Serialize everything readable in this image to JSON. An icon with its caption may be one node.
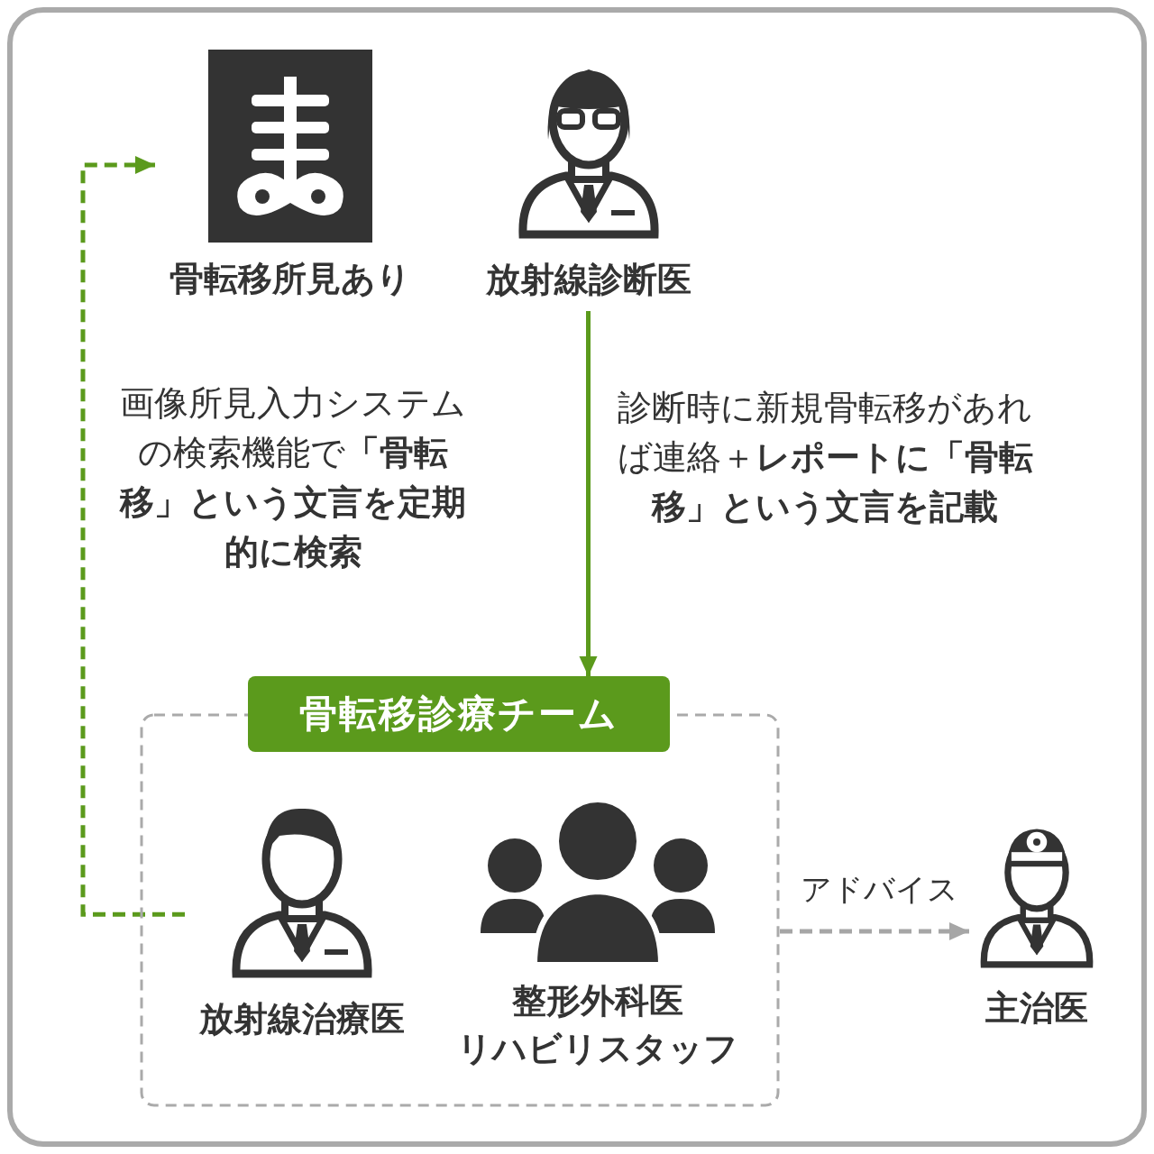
{
  "diagram": {
    "nodes": [
      {
        "text": [
          "骨転移所見あり"
        ]
      },
      {
        "text": [
          "放射線診断医"
        ]
      },
      {
        "text": [
          "骨転移診療チーム"
        ]
      },
      {
        "text": [
          "放射線治療医"
        ],
        "in": 2
      },
      {
        "text": [
          "整形外科医",
          "リハビリスタッフ"
        ],
        "in": 2
      },
      {
        "text": [
          "主治医"
        ]
      }
    ],
    "edges": [
      {
        "from": 1,
        "to": 2,
        "arrow": "to",
        "label": "診断時に新規骨転移があれば連絡＋**レポートに「骨転移」という文言を記載**"
      },
      {
        "from": 3,
        "to": 0,
        "arrow": "to",
        "style": "dashed",
        "label": "画像所見入力システムの検索機能で**「骨転移」という文言を定期的に検索**"
      },
      {
        "from": 2,
        "to": 5,
        "arrow": "to",
        "style": "dashed",
        "color": "#a6a6a6",
        "label": "アドバイス"
      }
    ]
  }
}
